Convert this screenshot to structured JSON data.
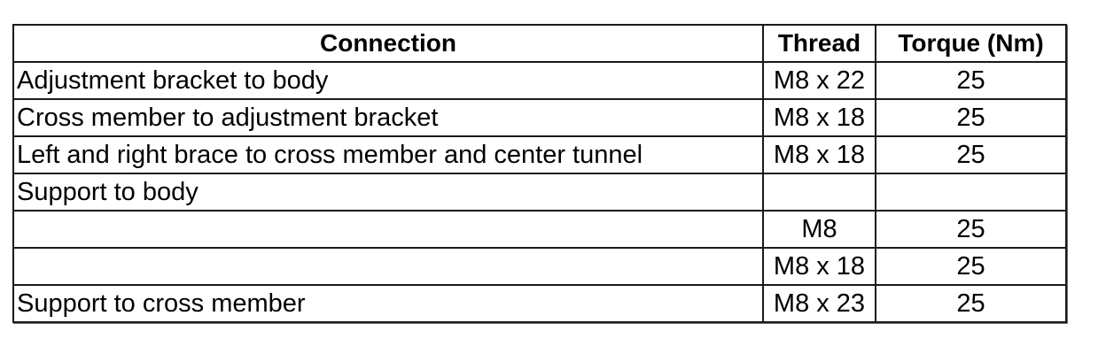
{
  "table": {
    "headers": {
      "connection": "Connection",
      "thread": "Thread",
      "torque": "Torque (Nm)"
    },
    "rows": [
      {
        "connection": "Adjustment bracket to body",
        "thread": "M8 x 22",
        "torque": "25"
      },
      {
        "connection": "Cross member to adjustment bracket",
        "thread": "M8 x 18",
        "torque": "25"
      },
      {
        "connection": "Left and right brace to cross member and center tunnel",
        "thread": "M8 x 18",
        "torque": "25"
      },
      {
        "connection": "Support to body",
        "thread": "",
        "torque": ""
      },
      {
        "connection": "",
        "thread": "M8",
        "torque": "25"
      },
      {
        "connection": "",
        "thread": "M8 x 18",
        "torque": "25"
      },
      {
        "connection": "Support to cross member",
        "thread": "M8 x 23",
        "torque": "25"
      }
    ]
  }
}
